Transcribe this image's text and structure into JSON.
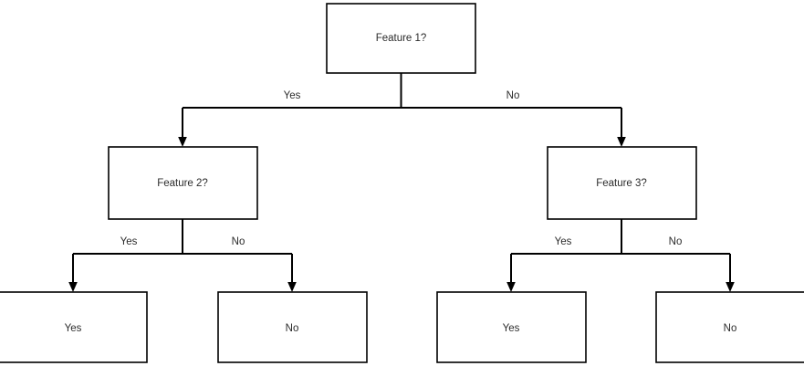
{
  "diagram": {
    "type": "decision-tree",
    "title": "",
    "background_color": "#ffffff",
    "node_fill": "#ffffff",
    "node_stroke": "#000000",
    "text_color": "#2b2b2b",
    "nodes": [
      {
        "id": "root",
        "label": "Feature 1?",
        "level": 0,
        "kind": "decision"
      },
      {
        "id": "left",
        "label": "Feature 2?",
        "level": 1,
        "kind": "decision"
      },
      {
        "id": "right",
        "label": "Feature 3?",
        "level": 1,
        "kind": "decision"
      },
      {
        "id": "leaf1",
        "label": "Yes",
        "level": 2,
        "kind": "leaf"
      },
      {
        "id": "leaf2",
        "label": "No",
        "level": 2,
        "kind": "leaf"
      },
      {
        "id": "leaf3",
        "label": "Yes",
        "level": 2,
        "kind": "leaf"
      },
      {
        "id": "leaf4",
        "label": "No",
        "level": 2,
        "kind": "leaf"
      }
    ],
    "edges": [
      {
        "from": "root",
        "to": "left",
        "label": "Yes"
      },
      {
        "from": "root",
        "to": "right",
        "label": "No"
      },
      {
        "from": "left",
        "to": "leaf1",
        "label": "Yes"
      },
      {
        "from": "left",
        "to": "leaf2",
        "label": "No"
      },
      {
        "from": "right",
        "to": "leaf3",
        "label": "Yes"
      },
      {
        "from": "right",
        "to": "leaf4",
        "label": "No"
      }
    ]
  }
}
